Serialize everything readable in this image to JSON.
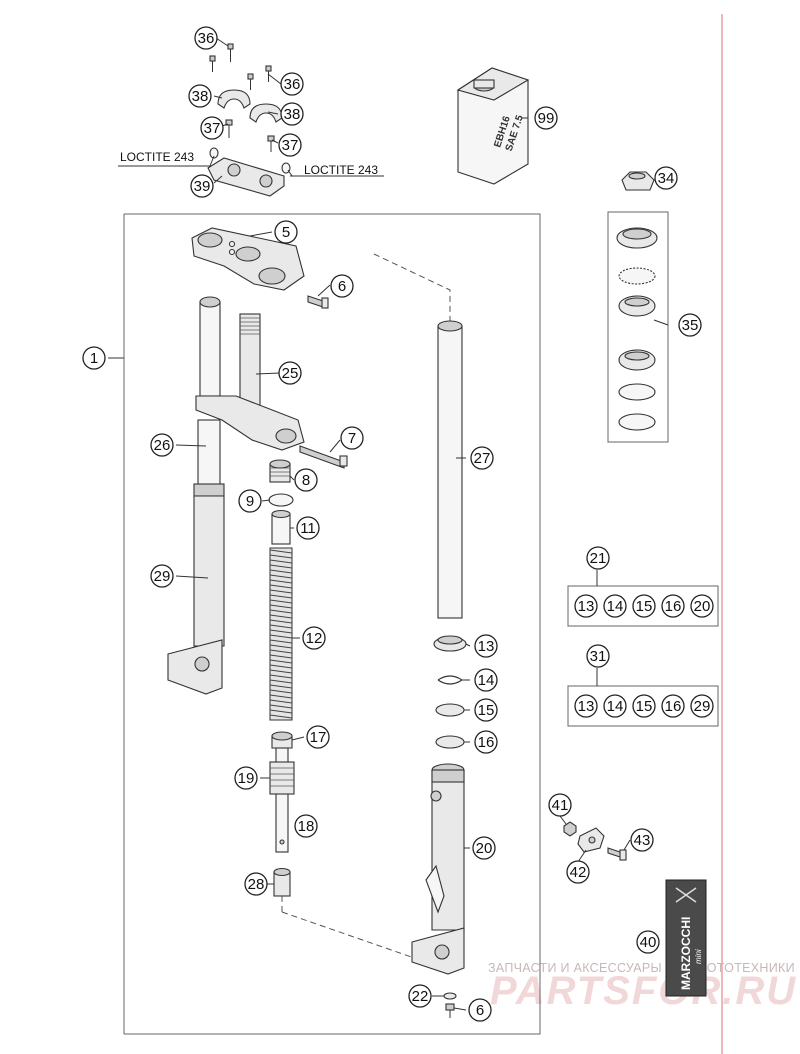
{
  "notes": {
    "loctite_left": "LOCTITE 243",
    "loctite_right": "LOCTITE 243"
  },
  "oil_can": {
    "line1": "EBH16",
    "line2": "SAE 7.5"
  },
  "logo": {
    "brand": "MARZOCCHI",
    "sub": "mini"
  },
  "watermark": {
    "line1": "ЗАПЧАСТИ И АКСЕССУАРЫ ДЛЯ МОТОТЕХНИКИ",
    "line2": "PARTSFOR.RU"
  },
  "callouts": {
    "c1": "1",
    "c5": "5",
    "c6a": "6",
    "c6b": "6",
    "c7": "7",
    "c8": "8",
    "c9": "9",
    "c11": "11",
    "c12": "12",
    "c13": "13",
    "c14": "14",
    "c15": "15",
    "c16": "16",
    "c17": "17",
    "c18": "18",
    "c19": "19",
    "c20": "20",
    "c21": "21",
    "c22": "22",
    "c25": "25",
    "c26": "26",
    "c27": "27",
    "c28": "28",
    "c29": "29",
    "c31": "31",
    "c34": "34",
    "c35": "35",
    "c36a": "36",
    "c36b": "36",
    "c37a": "37",
    "c37b": "37",
    "c38a": "38",
    "c38b": "38",
    "c39": "39",
    "c40": "40",
    "c41": "41",
    "c42": "42",
    "c43": "43",
    "c99": "99"
  },
  "kit21": [
    "13",
    "14",
    "15",
    "16",
    "20"
  ],
  "kit31": [
    "13",
    "14",
    "15",
    "16",
    "29"
  ]
}
